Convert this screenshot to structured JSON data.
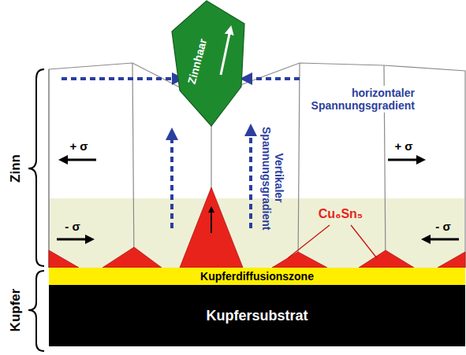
{
  "diagram": {
    "nodes": [
      {
        "text": [
          "Zinnhaar"
        ]
      },
      {
        "text": [
          "Kupferdiffusionszone"
        ]
      },
      {
        "text": [
          "Kupfersubstrat"
        ]
      }
    ],
    "labels": [
      "Zinn",
      "Kupfer",
      "+ σ",
      "+ σ",
      "- σ",
      "- σ",
      "horizontaler Spannungsgradient",
      "Vertikaler Spannungsgradient",
      "Cu₆Sn₅"
    ]
  }
}
